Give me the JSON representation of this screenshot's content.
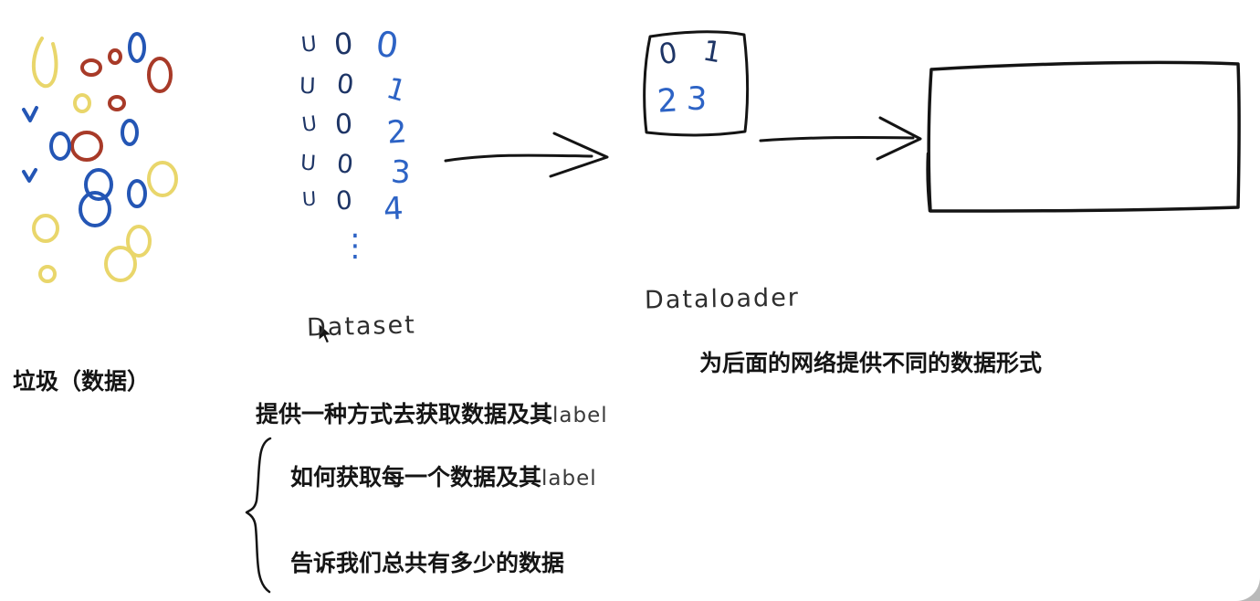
{
  "diagram": {
    "garbage_label": "垃圾（数据）",
    "dataset_label": "Dataset",
    "dataloader_label": "Dataloader",
    "network_note": "为后面的网络提供不同的数据形式",
    "dataset_desc_cn": "提供一种方式去获取数据及其",
    "dataset_desc_en": "label",
    "brace_item1_cn": "如何获取每一个数据及其",
    "brace_item1_en": "label",
    "brace_item2": "告诉我们总共有多少的数据",
    "marks": {
      "col1": [
        "U",
        "U",
        "U",
        "U",
        "U"
      ],
      "col2": [
        "0",
        "0",
        "0",
        "0",
        "0"
      ],
      "col3": [
        "0",
        "1",
        "2",
        "3",
        "4"
      ],
      "ellipsis": "⋮"
    },
    "loader_box": {
      "row1": [
        "0",
        "1"
      ],
      "row2": [
        "2",
        "3"
      ]
    },
    "colors": {
      "ink": "#141414",
      "navy": "#1e3566",
      "blue": "#2d63c5",
      "red": "#a83a28",
      "yellow": "#e9d66b"
    }
  }
}
